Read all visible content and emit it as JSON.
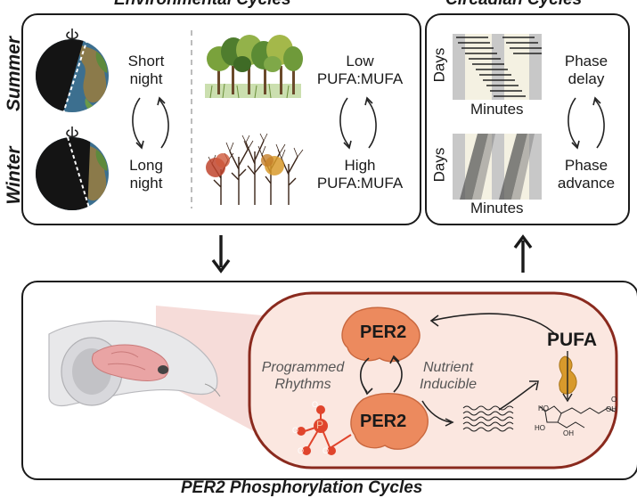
{
  "environmental": {
    "title": "Environmental Cycles",
    "season_summer": "Summer",
    "season_winter": "Winter",
    "short_night": [
      "Short",
      "night"
    ],
    "long_night": [
      "Long",
      "night"
    ],
    "low_ratio": [
      "Low",
      "PUFA:MUFA"
    ],
    "high_ratio": [
      "High",
      "PUFA:MUFA"
    ]
  },
  "circadian": {
    "title": "Circadian Cycles",
    "axis_days": "Days",
    "axis_minutes": "Minutes",
    "phase_delay": [
      "Phase",
      "delay"
    ],
    "phase_advance": [
      "Phase",
      "advance"
    ]
  },
  "phosphorylation": {
    "title": "PER2 Phosphorylation Cycles",
    "per2_top": "PER2",
    "per2_bottom": "PER2",
    "programmed": [
      "Programmed",
      "Rhythms"
    ],
    "nutrient": [
      "Nutrient",
      "Inducible"
    ],
    "pufa": "PUFA",
    "phosphate_p": "P",
    "oxygen": "O",
    "molecule_labels": [
      "HO",
      "HO",
      "OH",
      "OH",
      "O"
    ]
  },
  "colors": {
    "protein": "#ec8a5e",
    "protein_dark": "#c9683f",
    "phosphate": "#e0442c",
    "cell_border": "#8a2a1e",
    "cell_fill": "#fbe7e0",
    "beam": "#f1c9c5"
  }
}
